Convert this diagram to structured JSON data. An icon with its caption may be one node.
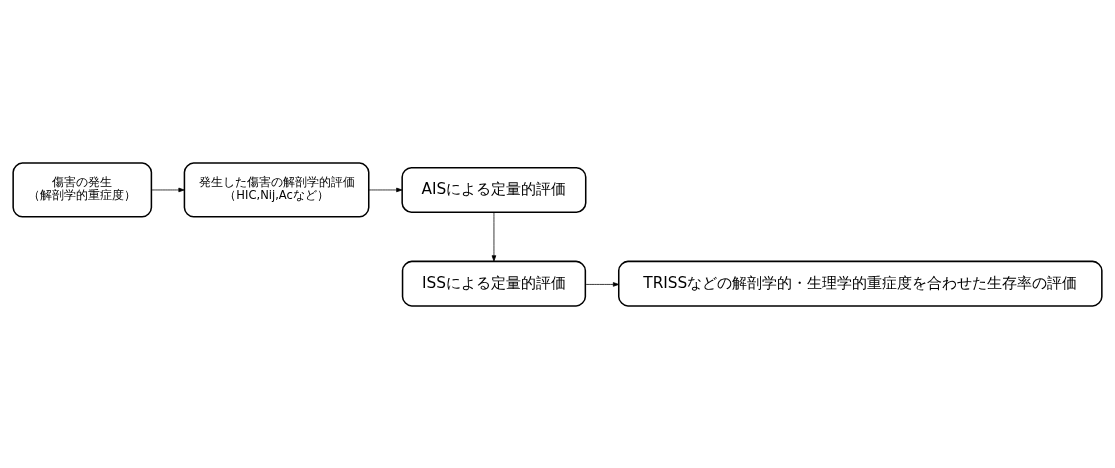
{
  "diagram": {
    "nodes": [
      {
        "text": [
          "傷害の発生",
          "（解剖学的重症度）"
        ]
      },
      {
        "text": [
          "発生した傷害の解剖学的評価",
          "（HIC,Nij,Acなど）"
        ]
      },
      {
        "text": [
          "AISによる定量的評価"
        ]
      },
      {
        "text": [
          "ISSによる定量的評価"
        ]
      },
      {
        "text": [
          "TRISSなどの解剖学的・生理学的重症度を合わせた生存率の評価"
        ]
      }
    ],
    "edges": [
      {
        "from": 0,
        "to": 1,
        "arrow": "to"
      },
      {
        "from": 1,
        "to": 2,
        "arrow": "to"
      },
      {
        "from": 2,
        "to": 3,
        "arrow": "to"
      },
      {
        "from": 3,
        "to": 4,
        "arrow": "to"
      }
    ]
  }
}
